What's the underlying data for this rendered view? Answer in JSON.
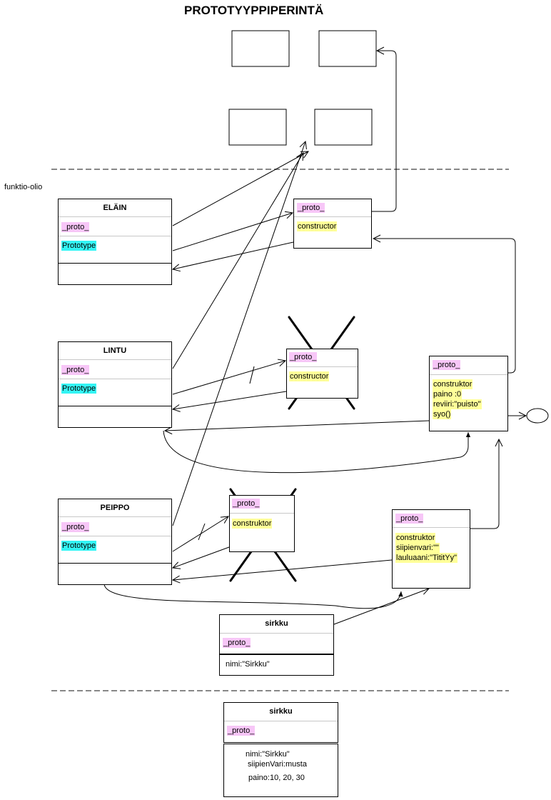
{
  "title": "PROTOTYYPPIPERINTÄ",
  "section_label": "funktio-olio",
  "classes": {
    "elain": {
      "title": "ELÄIN",
      "proto": "_proto_",
      "prototype": "Prototype"
    },
    "lintu": {
      "title": "LINTU",
      "proto": "_proto_",
      "prototype": "Prototype"
    },
    "peippo": {
      "title": "PEIPPO",
      "proto": "_proto_",
      "prototype": "Prototype"
    }
  },
  "proto_objects": {
    "elain": {
      "proto": "_proto_",
      "members": [
        "constructor"
      ]
    },
    "lintu": {
      "proto": "_proto_",
      "members": [
        "constructor"
      ]
    },
    "peippo": {
      "proto": "_proto_",
      "members": [
        "construktor"
      ]
    }
  },
  "proto_objects_right": {
    "lintu": {
      "proto": "_proto_",
      "members": [
        "construktor",
        "paino :0",
        "reviiri:\"puisto\"",
        "syo()"
      ]
    },
    "peippo": {
      "proto": "_proto_",
      "members": [
        "construktor",
        "siipienvari:\"\"",
        "lauluaani:\"TititYy\""
      ]
    }
  },
  "instance": {
    "title": "sirkku",
    "proto": "_proto_",
    "field": "nimi:\"Sirkku\""
  },
  "instance_bottom": {
    "title": "sirkku",
    "proto": "_proto_",
    "fields": [
      "nimi:\"Sirkku\"",
      "siipienVari:musta",
      "paino:10, 20, 30"
    ]
  }
}
